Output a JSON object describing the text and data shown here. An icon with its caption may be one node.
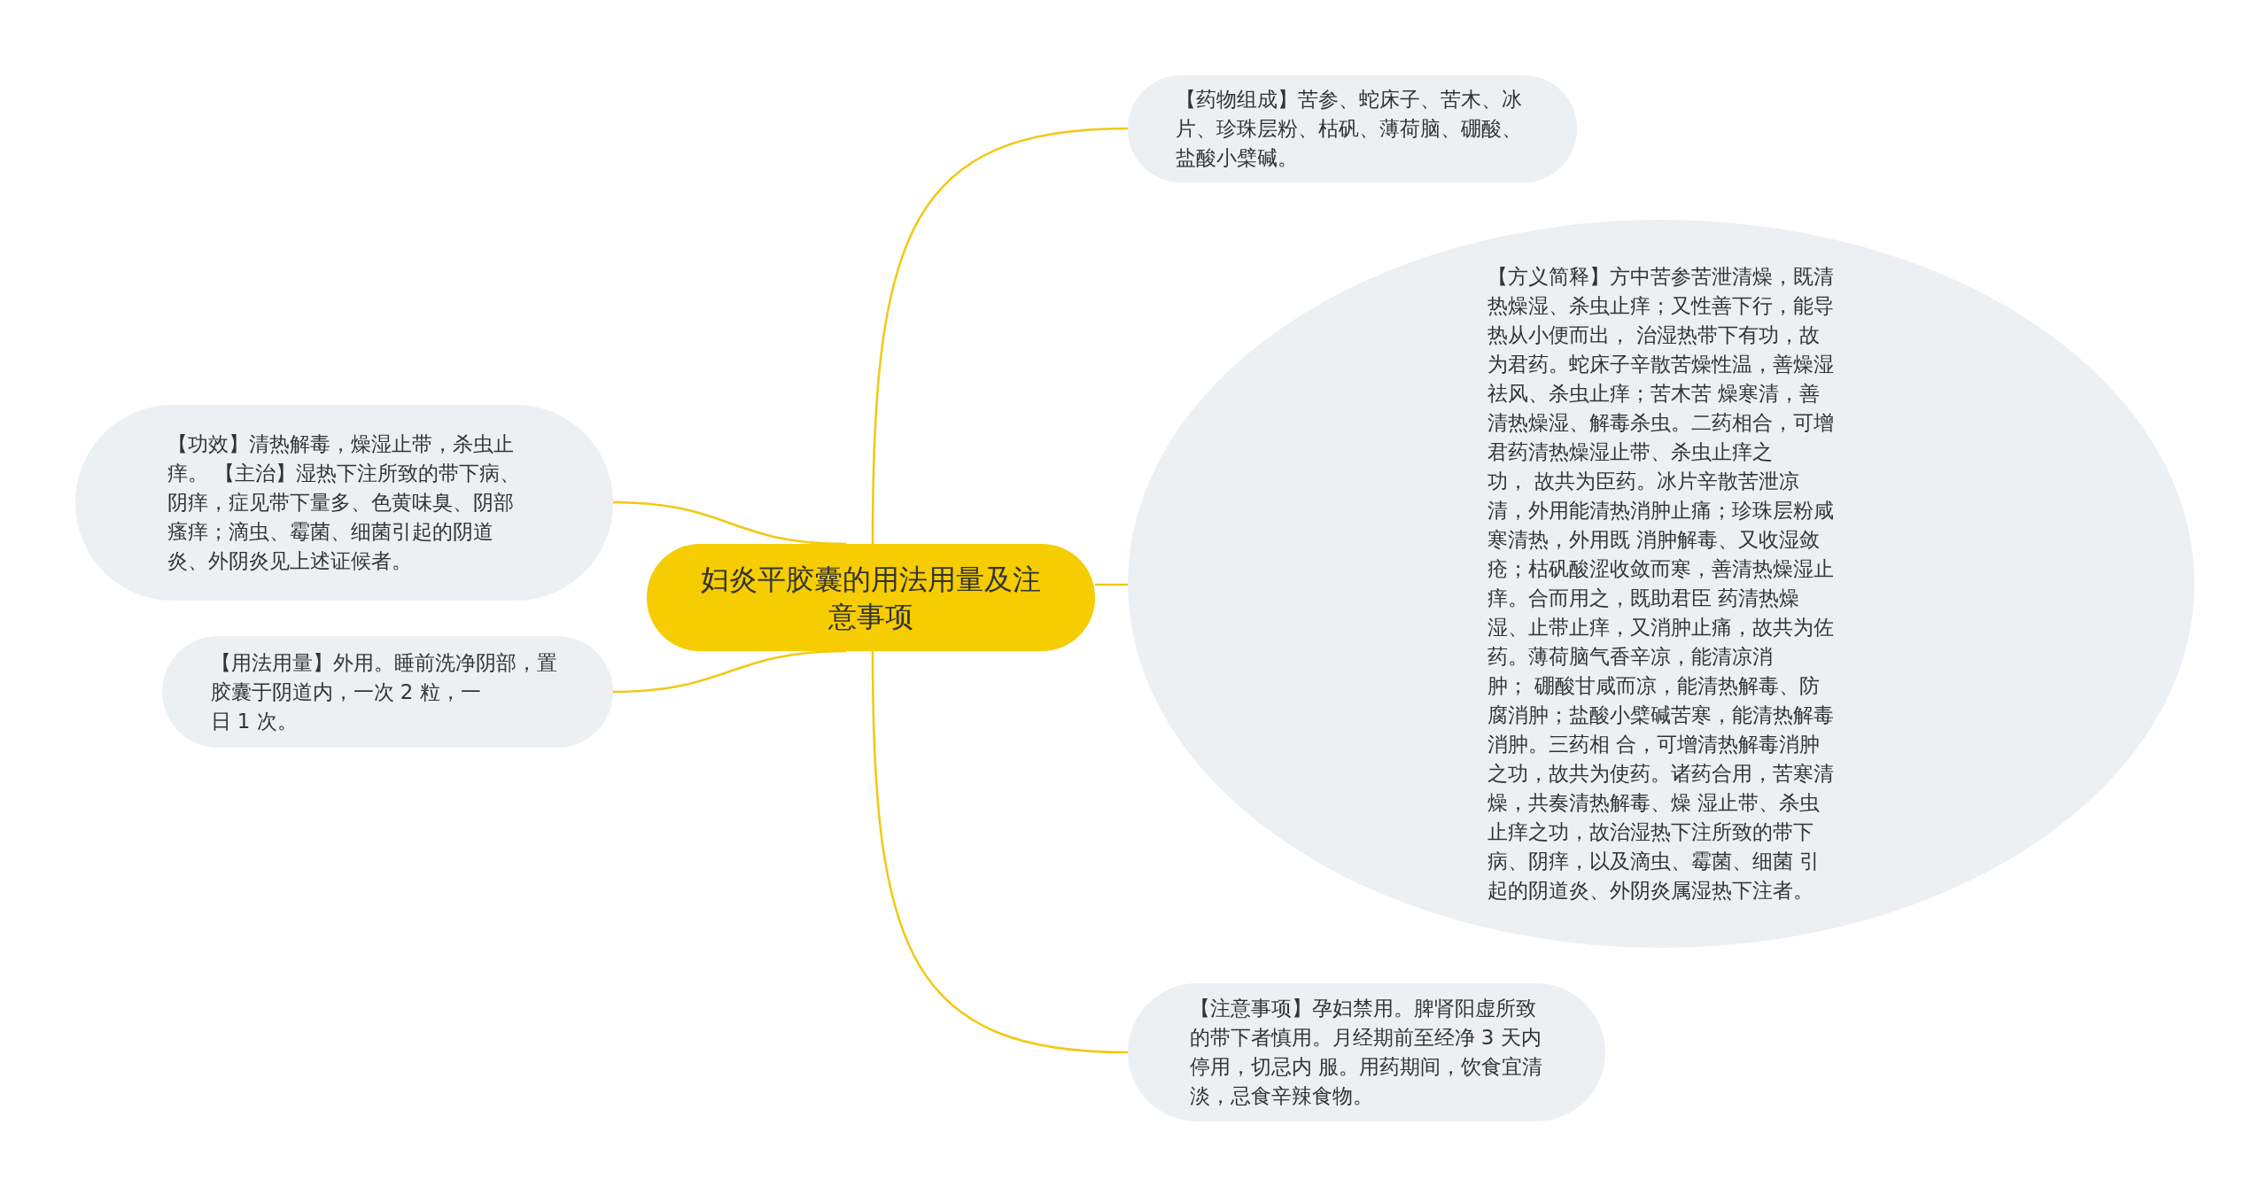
{
  "diagram": {
    "nodes": [
      {
        "text": [
          "妇炎平胶囊的用法用量及注意事项"
        ]
      },
      {
        "text": [
          "【药物组成】苦参、蛇床子、苦木、冰片、珍珠层粉、枯矾、薄荷脑、硼酸、盐酸小檗碱。"
        ]
      },
      {
        "text": [
          "【功效】清热解毒，燥湿止带，杀虫止痒。 【主治】湿热下注所致的带下病、阴痒，症见带下量多、色黄味臭、阴部瘙痒；滴虫、霉菌、细菌引起的阴道炎、外阴炎见上述证候者。"
        ]
      },
      {
        "text": [
          "【方义简释】方中苦参苦泄清燥，既清热燥湿、杀虫止痒；又性善下行，能导热从小便而出， 治湿热带下有功，故为君药。蛇床子辛散苦燥性温，善燥湿祛风、杀虫止痒；苦木苦 燥寒清，善清热燥湿、解毒杀虫。二药相合，可增君药清热燥湿止带、杀虫止痒之功， 故共为臣药。冰片辛散苦泄凉清，外用能清热消肿止痛；珍珠层粉咸寒清热，外用既 消肿解毒、又收湿敛疮；枯矾酸涩收敛而寒，善清热燥湿止痒。合而用之，既助君臣 药清热燥湿、止带止痒，又消肿止痛，故共为佐药。薄荷脑气香辛凉，能清凉消肿； 硼酸甘咸而凉，能清热解毒、防腐消肿；盐酸小檗碱苦寒，能清热解毒消肿。三药相 合，可增清热解毒消肿之功，故共为使药。诸药合用，苦寒清燥，共奏清热解毒、燥 湿止带、杀虫止痒之功，故治湿热下注所致的带下病、阴痒，以及滴虫、霉菌、细菌 引起的阴道炎、外阴炎属湿热下注者。"
        ]
      },
      {
        "text": [
          "【用法用量】外用。睡前洗净阴部，置胶囊于阴道内，一次 2 粒，一日 1 次。"
        ]
      },
      {
        "text": [
          "【注意事项】孕妇禁用。脾肾阳虚所致的带下者慎用。月经期前至经净 3 天内停用，切忌内 服。用药期间，饮食宜清淡，忌食辛辣食物。"
        ]
      }
    ],
    "edges": [
      {
        "from": 0,
        "to": 1,
        "arrow": "none"
      },
      {
        "from": 0,
        "to": 2,
        "arrow": "none"
      },
      {
        "from": 0,
        "to": 3,
        "arrow": "none"
      },
      {
        "from": 0,
        "to": 4,
        "arrow": "none"
      },
      {
        "from": 0,
        "to": 5,
        "arrow": "none"
      }
    ]
  }
}
